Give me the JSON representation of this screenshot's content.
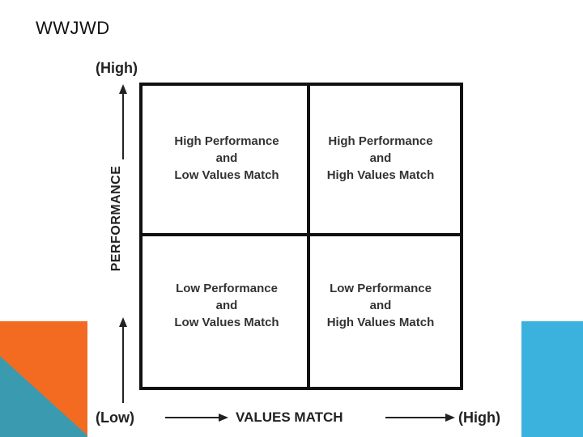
{
  "slide": {
    "title": "WWJWD"
  },
  "diagram": {
    "y_axis": {
      "high": "(High)",
      "title": "PERFORMANCE"
    },
    "x_axis": {
      "low": "(Low)",
      "title": "VALUES MATCH",
      "high": "(High)"
    },
    "quadrants": {
      "top_left": [
        "High Performance",
        "and",
        "Low Values Match"
      ],
      "top_right": [
        "High Performance",
        "and",
        "High Values Match"
      ],
      "bottom_left": [
        "Low Performance",
        "and",
        "Low Values Match"
      ],
      "bottom_right": [
        "Low Performance",
        "and",
        "High Values Match"
      ]
    }
  },
  "colors": {
    "orange": "#f26b21",
    "teal": "#3a9bb0",
    "blue": "#3bb2dd",
    "ink": "#222222"
  }
}
